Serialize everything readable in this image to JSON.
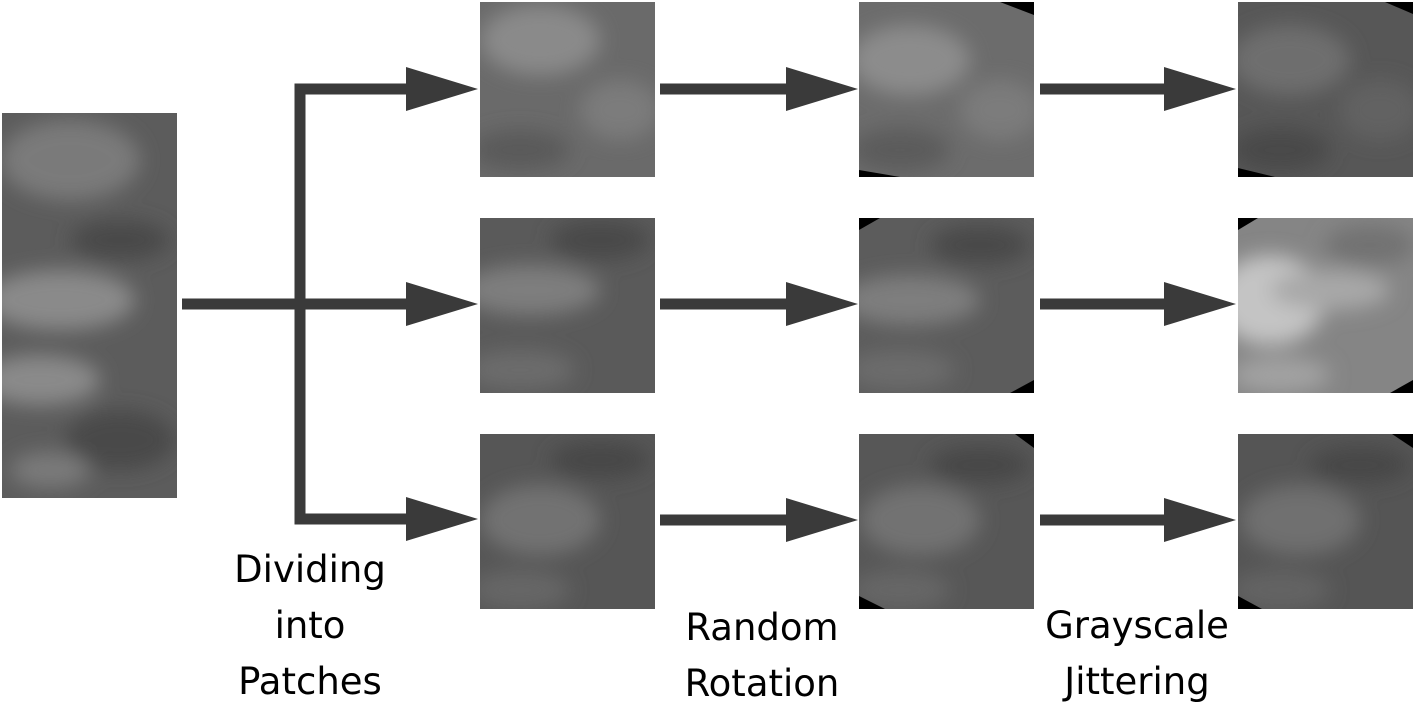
{
  "steps": {
    "dividing": [
      "Dividing",
      "into",
      "Patches"
    ],
    "rotation": [
      "Random",
      "Rotation"
    ],
    "jittering": [
      "Grayscale",
      "Jittering"
    ]
  },
  "images": {
    "source": "source-xray-image",
    "patches": [
      "patch-1",
      "patch-2",
      "patch-3"
    ],
    "rotated": [
      "rotated-patch-1",
      "rotated-patch-2",
      "rotated-patch-3"
    ],
    "jittered": [
      "jittered-patch-1",
      "jittered-patch-2",
      "jittered-patch-3"
    ]
  },
  "colors": {
    "arrow": "#3a3a3a",
    "dark": "#4e4e4e",
    "mid": "#6a6a6a",
    "light": "#8c8c8c",
    "bright": "#a8a8a8"
  }
}
